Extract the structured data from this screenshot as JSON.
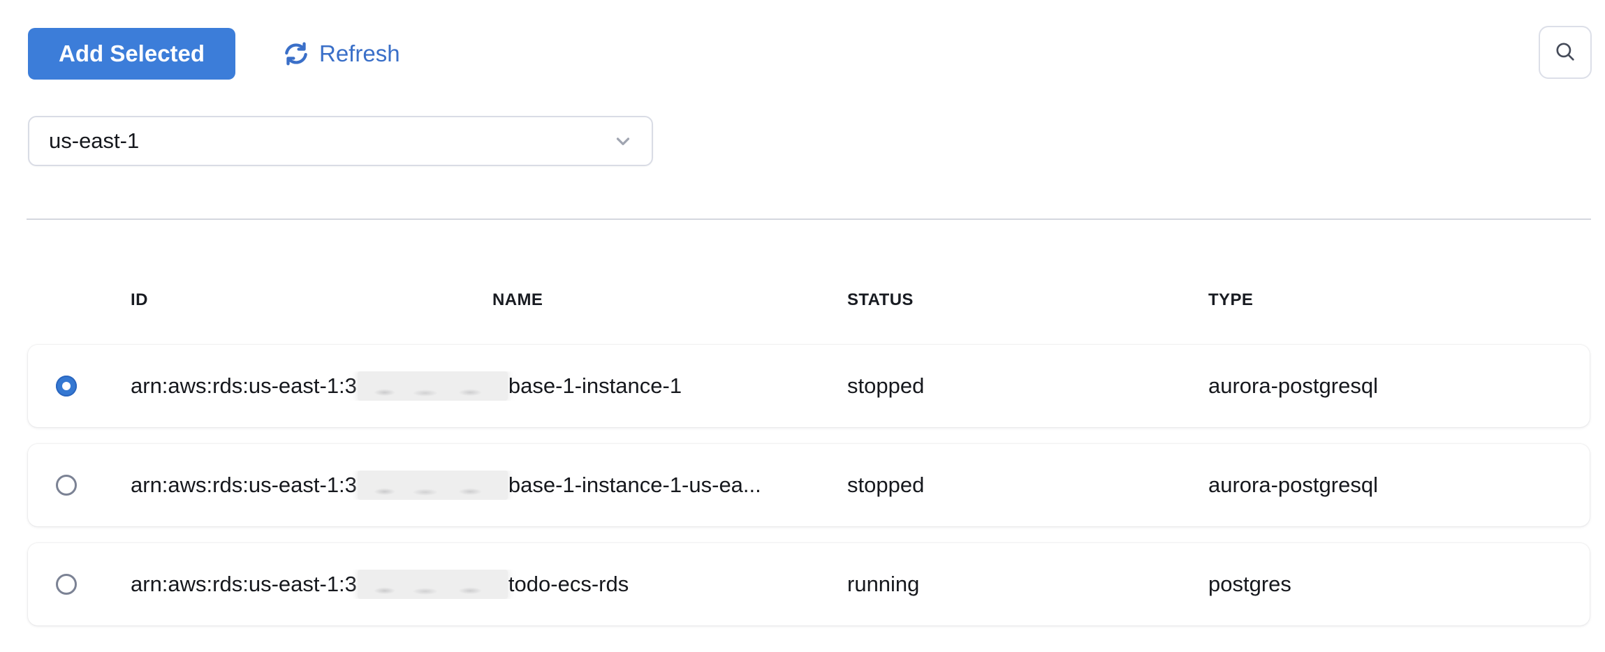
{
  "toolbar": {
    "add_selected_label": "Add Selected",
    "refresh_label": "Refresh"
  },
  "search": {
    "icon": "search-icon"
  },
  "region_select": {
    "value": "us-east-1",
    "icon": "chevron-down-icon"
  },
  "colors": {
    "accent_button": "#3c7dd9",
    "link_blue": "#3a6fc8",
    "border_gray": "#d9dce5",
    "divider_gray": "#d4d7df",
    "text_dark": "#16181d",
    "radio_selected_blue": "#3578d2",
    "radio_unselected_gray": "#7b8294",
    "redaction_gray": "#eeeeee"
  },
  "table": {
    "columns": [
      "ID",
      "NAME",
      "STATUS",
      "TYPE"
    ],
    "rows": [
      {
        "selected": true,
        "id_prefix": "arn:aws:rds:us-east-1:3",
        "id_redacted": true,
        "id_suffix": "base-1-instance-1",
        "name": "",
        "status": "stopped",
        "type": "aurora-postgresql"
      },
      {
        "selected": false,
        "id_prefix": "arn:aws:rds:us-east-1:3",
        "id_redacted": true,
        "id_suffix": "base-1-instance-1-us-ea...",
        "name": "",
        "status": "stopped",
        "type": "aurora-postgresql"
      },
      {
        "selected": false,
        "id_prefix": "arn:aws:rds:us-east-1:3",
        "id_redacted": true,
        "id_suffix": "todo-ecs-rds",
        "name": "",
        "status": "running",
        "type": "postgres"
      }
    ]
  }
}
